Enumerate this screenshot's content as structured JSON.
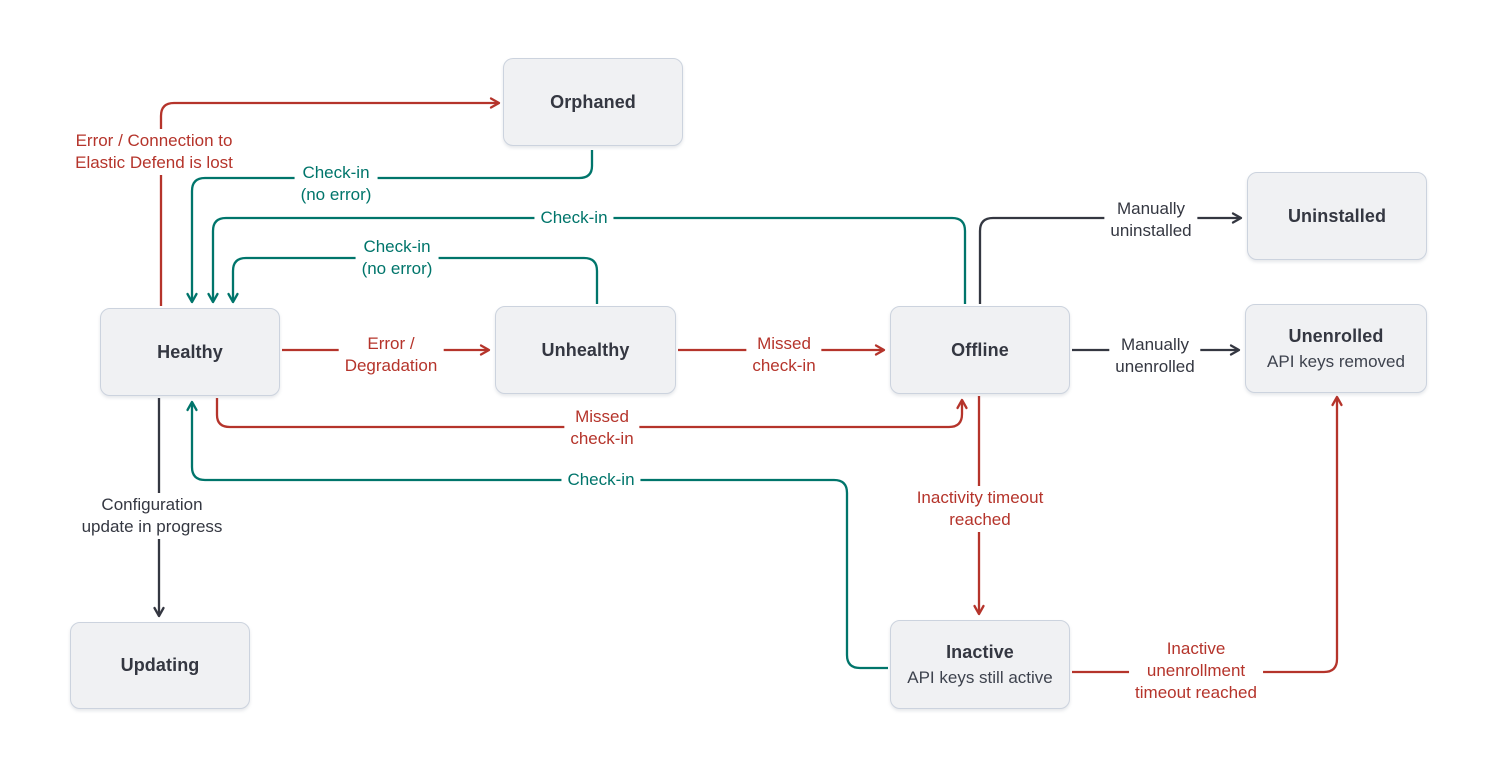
{
  "colors": {
    "red": "#b5342b",
    "teal": "#00756b",
    "dark": "#343741",
    "node_fill": "#f0f1f3",
    "node_border": "#ccd3de"
  },
  "nodes": {
    "orphaned": {
      "label": "Orphaned"
    },
    "uninstalled": {
      "label": "Uninstalled"
    },
    "healthy": {
      "label": "Healthy"
    },
    "unhealthy": {
      "label": "Unhealthy"
    },
    "offline": {
      "label": "Offline"
    },
    "unenrolled": {
      "label": "Unenrolled",
      "sublabel": "API keys removed"
    },
    "updating": {
      "label": "Updating"
    },
    "inactive": {
      "label": "Inactive",
      "sublabel": "API keys still active"
    }
  },
  "edges": {
    "healthy_to_orphaned": {
      "from": "Healthy",
      "to": "Orphaned",
      "color": "#b5342b",
      "lines": [
        "Error / Connection to",
        "Elastic Defend is lost"
      ]
    },
    "orphaned_to_healthy": {
      "from": "Orphaned",
      "to": "Healthy",
      "color": "#00756b",
      "lines": [
        "Check-in",
        "(no error)"
      ]
    },
    "offline_to_healthy": {
      "from": "Offline",
      "to": "Healthy",
      "color": "#00756b",
      "lines": [
        "Check-in"
      ]
    },
    "unhealthy_to_healthy": {
      "from": "Unhealthy",
      "to": "Healthy",
      "color": "#00756b",
      "lines": [
        "Check-in",
        "(no error)"
      ]
    },
    "healthy_to_unhealthy": {
      "from": "Healthy",
      "to": "Unhealthy",
      "color": "#b5342b",
      "lines": [
        "Error /",
        "Degradation"
      ]
    },
    "unhealthy_to_offline": {
      "from": "Unhealthy",
      "to": "Offline",
      "color": "#b5342b",
      "lines": [
        "Missed",
        "check-in"
      ]
    },
    "offline_to_uninstalled": {
      "from": "Offline",
      "to": "Uninstalled",
      "color": "#343741",
      "lines": [
        "Manually",
        "uninstalled"
      ]
    },
    "offline_to_unenrolled": {
      "from": "Offline",
      "to": "Unenrolled",
      "color": "#343741",
      "lines": [
        "Manually",
        "unenrolled"
      ]
    },
    "healthy_to_offline": {
      "from": "Healthy",
      "to": "Offline",
      "color": "#b5342b",
      "lines": [
        "Missed",
        "check-in"
      ]
    },
    "inactive_to_healthy": {
      "from": "Inactive",
      "to": "Healthy",
      "color": "#00756b",
      "lines": [
        "Check-in"
      ]
    },
    "healthy_to_updating": {
      "from": "Healthy",
      "to": "Updating",
      "color": "#343741",
      "lines": [
        "Configuration",
        "update in progress"
      ]
    },
    "offline_to_inactive": {
      "from": "Offline",
      "to": "Inactive",
      "color": "#b5342b",
      "lines": [
        "Inactivity timeout",
        "reached"
      ]
    },
    "inactive_to_unenrolled": {
      "from": "Inactive",
      "to": "Unenrolled",
      "color": "#b5342b",
      "lines": [
        "Inactive",
        "unenrollment",
        "timeout reached"
      ]
    }
  }
}
